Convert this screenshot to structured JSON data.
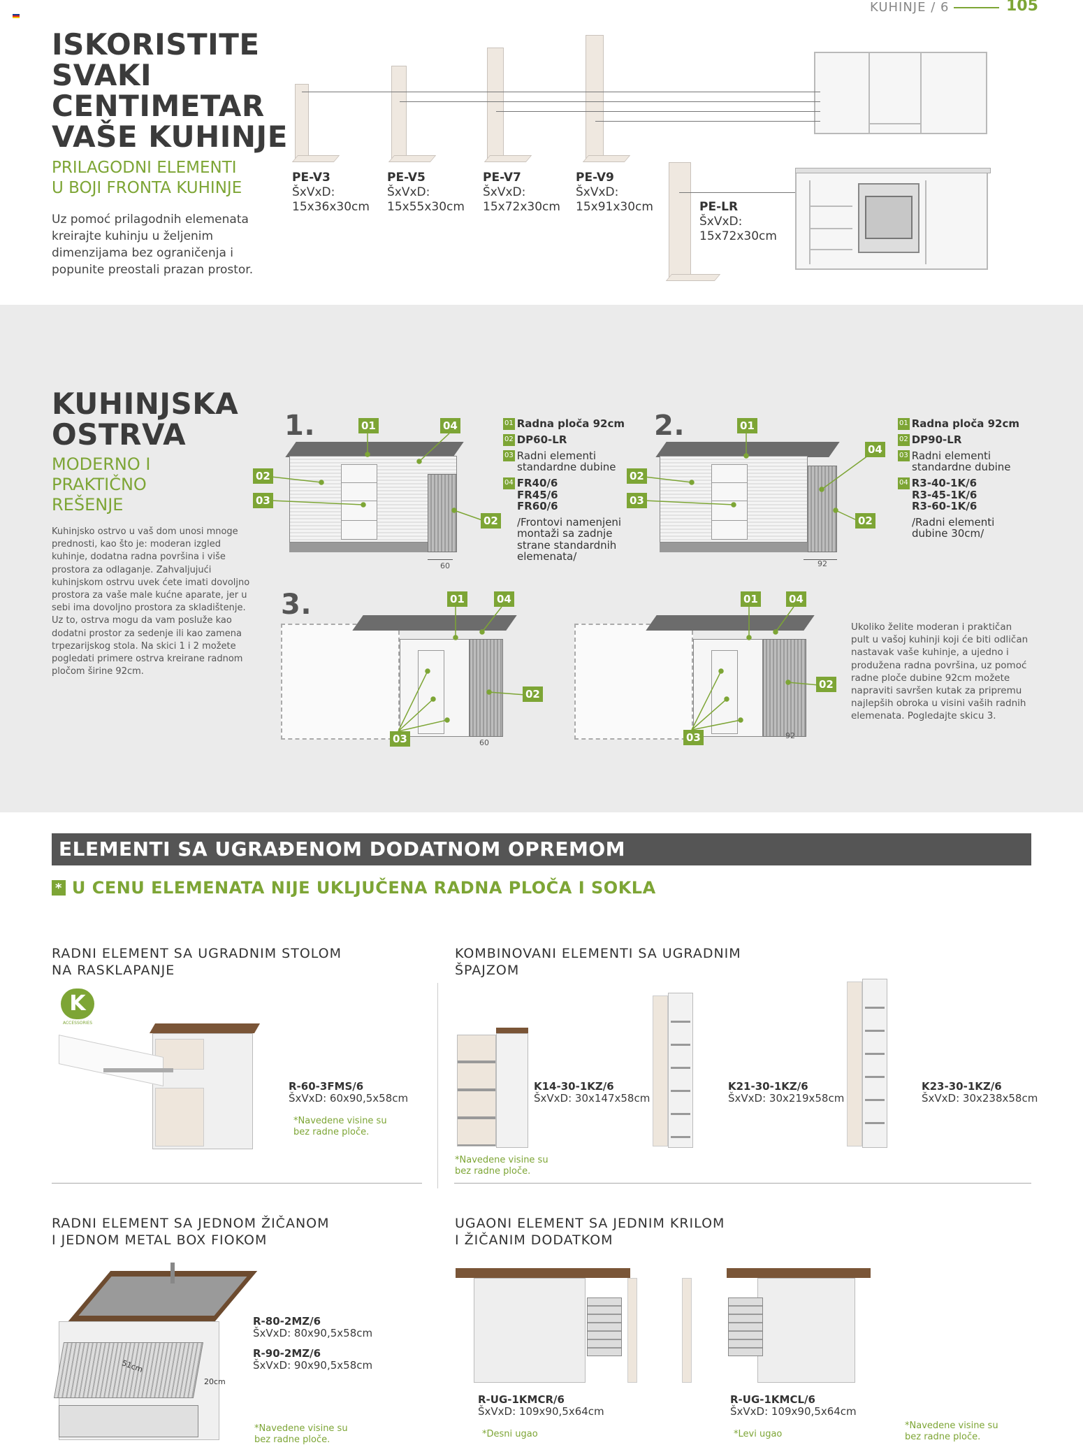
{
  "header": {
    "section": "KUHINJE / 6",
    "page_number": "105"
  },
  "intro": {
    "title_lines": [
      "ISKORISTITE",
      "SVAKI",
      "CENTIMETAR",
      "VAŠE KUHINJE"
    ],
    "subtitle_lines": [
      "PRILAGODNI ELEMENTI",
      "U BOJI FRONTA KUHINJE"
    ],
    "body_lines": [
      "Uz pomoć prilagodnih elemenata",
      "kreirajte kuhinju u željenim",
      "dimenzijama bez ograničenja i",
      "popunite preostali prazan prostor."
    ],
    "elements": [
      {
        "code": "PE-V3",
        "label": "ŠxVxD:",
        "size": "15x36x30cm"
      },
      {
        "code": "PE-V5",
        "label": "ŠxVxD:",
        "size": "15x55x30cm"
      },
      {
        "code": "PE-V7",
        "label": "ŠxVxD:",
        "size": "15x72x30cm"
      },
      {
        "code": "PE-V9",
        "label": "ŠxVxD:",
        "size": "15x91x30cm"
      },
      {
        "code": "PE-LR",
        "label": "ŠxVxD:",
        "size": "15x72x30cm"
      }
    ]
  },
  "island": {
    "title_lines": [
      "KUHINJSKA",
      "OSTRVA"
    ],
    "subtitle_lines": [
      "MODERNO I",
      "PRAKTIČNO",
      "REŠENJE"
    ],
    "body_lines": [
      "Kuhinjsko ostrvo u vaš dom unosi mnoge",
      "prednosti, kao što je: moderan izgled",
      "kuhinje, dodatna radna površina i više",
      "prostora za odlaganje. Zahvaljujući",
      "kuhinjskom ostrvu uvek ćete imati dovoljno",
      "prostora za vaše male kućne aparate, jer u",
      "sebi ima dovoljno prostora za skladištenje.",
      "Uz to, ostrva mogu da vam posluže kao",
      "dodatni prostor za sedenje ili kao zamena",
      "trpezarijskog stola. Na skici 1 i 2 možete",
      "pogledati primere ostrva kreirane radnom",
      "pločom širine 92cm."
    ],
    "sketch_numbers": [
      "1.",
      "2.",
      "3."
    ],
    "tags": [
      "01",
      "02",
      "03",
      "04"
    ],
    "dims": [
      "60",
      "92",
      "60",
      "92"
    ],
    "legend1": [
      {
        "tag": "01",
        "lines": [
          "Radna ploča 92cm"
        ]
      },
      {
        "tag": "02",
        "lines": [
          "DP60-LR"
        ]
      },
      {
        "tag": "03",
        "lines": [
          "Radni elementi",
          "standardne dubine"
        ]
      },
      {
        "tag": "04",
        "lines": [
          "FR40/6",
          "FR45/6",
          "FR60/6"
        ]
      }
    ],
    "legend1_note": [
      "/Frontovi namenjeni",
      "montaži sa zadnje",
      "strane standardnih",
      "elemenata/"
    ],
    "legend2": [
      {
        "tag": "01",
        "lines": [
          "Radna ploča 92cm"
        ]
      },
      {
        "tag": "02",
        "lines": [
          "DP90-LR"
        ]
      },
      {
        "tag": "03",
        "lines": [
          "Radni elementi",
          "standardne dubine"
        ]
      },
      {
        "tag": "04",
        "lines": [
          "R3-40-1K/6",
          "R3-45-1K/6",
          "R3-60-1K/6"
        ]
      }
    ],
    "legend2_note": [
      "/Radni elementi",
      "dubine 30cm/"
    ],
    "right_text_lines": [
      "Ukoliko želite moderan i praktičan",
      "pult u vašoj kuhinji koji će biti odličan",
      "nastavak vaše kuhinje, a ujedno i",
      "produžena radna površina, uz pomoć",
      "radne ploče dubine 92cm možete",
      "napraviti savršen kutak za pripremu",
      "najlepših obroka u visini vaših radnih",
      "elemenata. Pogledajte skicu 3."
    ]
  },
  "equipment": {
    "title": "ELEMENTI SA UGRAĐENOM DODATNOM OPREMOM",
    "notice_icon": "*",
    "notice": "U CENU ELEMENATA NIJE UKLJUČENA RADNA PLOČA I SOKLA",
    "block1": {
      "title_lines": [
        "RADNI ELEMENT SA UGRADNIM STOLOM",
        "NA RASKLAPANJE"
      ],
      "logo_letter": "K",
      "logo_caption": "ACCESSORIES",
      "code": "R-60-3FMS/6",
      "size": "ŠxVxD: 60x90,5x58cm",
      "note_lines": [
        "*Navedene visine su",
        "bez radne ploče."
      ]
    },
    "block2": {
      "title_lines": [
        "KOMBINOVANI ELEMENTI  SA UGRADNIM",
        "ŠPAJZOM"
      ],
      "items": [
        {
          "code": "K14-30-1KZ/6",
          "size": "ŠxVxD: 30x147x58cm"
        },
        {
          "code": "K21-30-1KZ/6",
          "size": "ŠxVxD: 30x219x58cm"
        },
        {
          "code": "K23-30-1KZ/6",
          "size": "ŠxVxD: 30x238x58cm"
        }
      ],
      "note_lines": [
        "*Navedene visine su",
        "bez radne ploče."
      ]
    },
    "block3": {
      "title_lines": [
        "RADNI ELEMENT SA JEDNOM ŽIČANOM",
        "I JEDNOM METAL BOX FIOKOM"
      ],
      "items": [
        {
          "code": "R-80-2MZ/6",
          "size": "ŠxVxD: 80x90,5x58cm"
        },
        {
          "code": "R-90-2MZ/6",
          "size": "ŠxVxD: 90x90,5x58cm"
        }
      ],
      "dim_a": "51cm",
      "dim_b": "20cm",
      "note_lines": [
        "*Navedene visine su",
        "bez radne ploče."
      ]
    },
    "block4": {
      "title_lines": [
        "UGAONI ELEMENT SA JEDNIM KRILOM",
        "I ŽIČANIM DODATKOM"
      ],
      "items": [
        {
          "code": "R-UG-1KMCR/6",
          "size": "ŠxVxD: 109x90,5x64cm",
          "note": "*Desni ugao"
        },
        {
          "code": "R-UG-1KMCL/6",
          "size": "ŠxVxD: 109x90,5x64cm",
          "note": "*Levi ugao"
        }
      ],
      "note_lines": [
        "*Navedene visine su",
        "bez radne ploče."
      ]
    }
  }
}
